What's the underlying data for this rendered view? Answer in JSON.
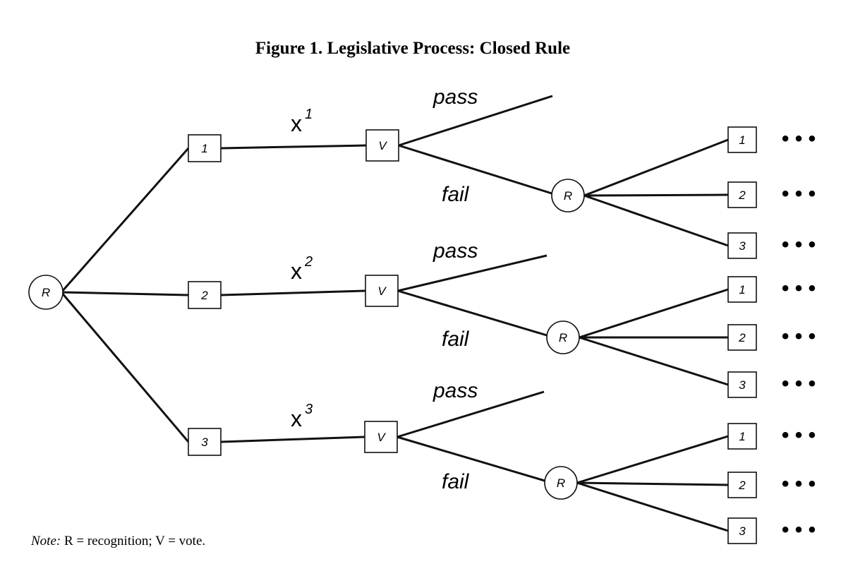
{
  "title": "Figure 1. Legislative Process: Closed Rule",
  "note": {
    "prefix": "Note:",
    "body": " R = recognition; V = vote."
  },
  "root": {
    "label": "R"
  },
  "proposers": [
    {
      "label": "1",
      "proposal": "x",
      "proposal_sup": "1",
      "vote": "V",
      "pass": "pass",
      "fail": "fail",
      "recognition": "R",
      "next": [
        "1",
        "2",
        "3"
      ]
    },
    {
      "label": "2",
      "proposal": "x",
      "proposal_sup": "2",
      "vote": "V",
      "pass": "pass",
      "fail": "fail",
      "recognition": "R",
      "next": [
        "1",
        "2",
        "3"
      ]
    },
    {
      "label": "3",
      "proposal": "x",
      "proposal_sup": "3",
      "vote": "V",
      "pass": "pass",
      "fail": "fail",
      "recognition": "R",
      "next": [
        "1",
        "2",
        "3"
      ]
    }
  ],
  "continuation": "• • •",
  "colors": {
    "ink": "#111111",
    "background": "#ffffff"
  }
}
